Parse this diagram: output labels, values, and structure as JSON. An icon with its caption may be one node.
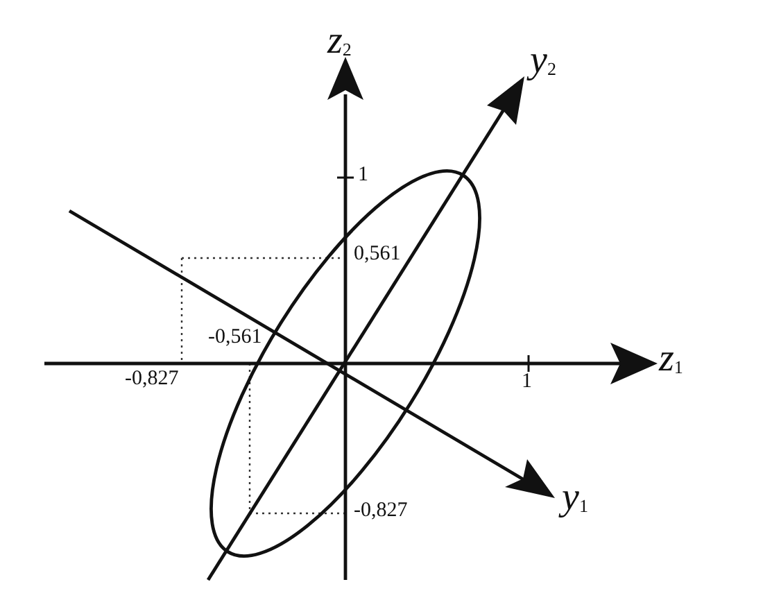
{
  "diagram": {
    "labels": [
      "*z*$_{2}$",
      "*y*$_{2}$",
      "1",
      "0,561",
      "-0,561",
      "-0,827",
      "1",
      "*z*$_{1}$",
      "-0,827",
      "*y*$_{1}$"
    ]
  }
}
